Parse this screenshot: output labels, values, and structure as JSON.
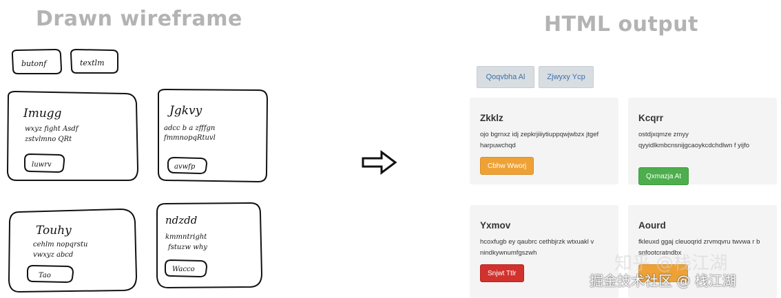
{
  "left_title": "Drawn wireframe",
  "right_title": "HTML output",
  "sketch": {
    "buttons": [
      "butonf",
      "textlm"
    ],
    "cards": [
      {
        "title": "Imugg",
        "line1": "wxyz fight Asdf",
        "line2": "zstvlmno QRt",
        "button": "luwrv"
      },
      {
        "title": "Jgkvy",
        "line1": "adcc b a zfffgn",
        "line2": "fmmnopqRtuvl",
        "button": "avwfp"
      },
      {
        "title": "Touhy",
        "line1": "cehlm nopqrstu",
        "line2": "vwxyz abcd",
        "button": "Tao"
      },
      {
        "title": "ndzdd",
        "line1": "kmmntright",
        "line2": "fstuzw why",
        "button": "Wacco"
      }
    ]
  },
  "output": {
    "top_buttons": [
      "Qoqvbha Al",
      "Zjwyxy Ycp"
    ],
    "cards": [
      {
        "title": "Zkklz",
        "text": "ojo bgrnxz idj zepkrjiiiytiuppqwjwbzx jtgef harpuwchqd",
        "button": "Cbhw Wworj",
        "button_color": "#eea236"
      },
      {
        "title": "Kcqrr",
        "text": "ostdjxqmze zmyy qyyidlkmbcnsnijgcaoykcdchdlwn f yijfo",
        "button": "Qxmazja At",
        "button_color": "#4cae4c"
      },
      {
        "title": "Yxmov",
        "text": "hcoxfugb ey qaubrc cethbjrzk wtxuakl v nindkywnumfgszwh",
        "button": "Snjwt Ttlr",
        "button_color": "#d2322d"
      },
      {
        "title": "Aourd",
        "text": "fkleuxd ggaj cleuoqrid zrvmqvru twvwa r b snfootcratndbx",
        "button": "",
        "button_color": "#eea236"
      }
    ]
  },
  "watermark": "掘金技术社区 @ 栈江湖",
  "watermark_faint": "知乎 @栈江湖"
}
